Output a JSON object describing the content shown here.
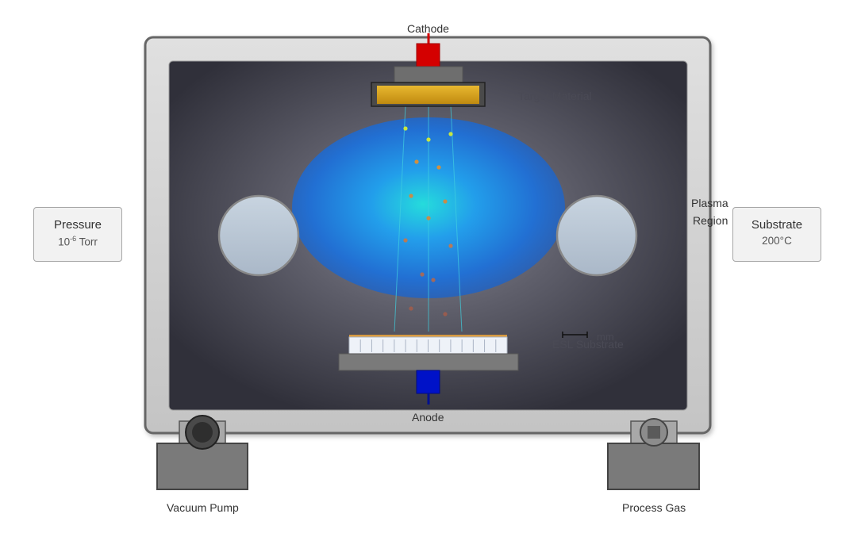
{
  "labels": {
    "cathode": "Cathode",
    "anode": "Anode",
    "target_material": "Target Material",
    "plasma_region_line1": "Plasma",
    "plasma_region_line2": "Region",
    "substrate_label": "ESL Substrate",
    "scale_bar": "mm",
    "vacuum_pump": "Vacuum Pump",
    "process_gas": "Process Gas"
  },
  "pressure": {
    "title": "Pressure",
    "value_base": "10",
    "value_exp": "-6",
    "value_unit": " Torr"
  },
  "substrate": {
    "title": "Substrate",
    "value": "200°C"
  },
  "colors": {
    "cathode": "#d40000",
    "anode": "#0012c8",
    "chamber_frame": "#c8c8c8",
    "chamber_interior": "#3a3a44",
    "plasma": "#1e90ff",
    "target": "#d8a21a",
    "particle_yellow": "#c8e640",
    "particle_orange": "#d08040"
  }
}
